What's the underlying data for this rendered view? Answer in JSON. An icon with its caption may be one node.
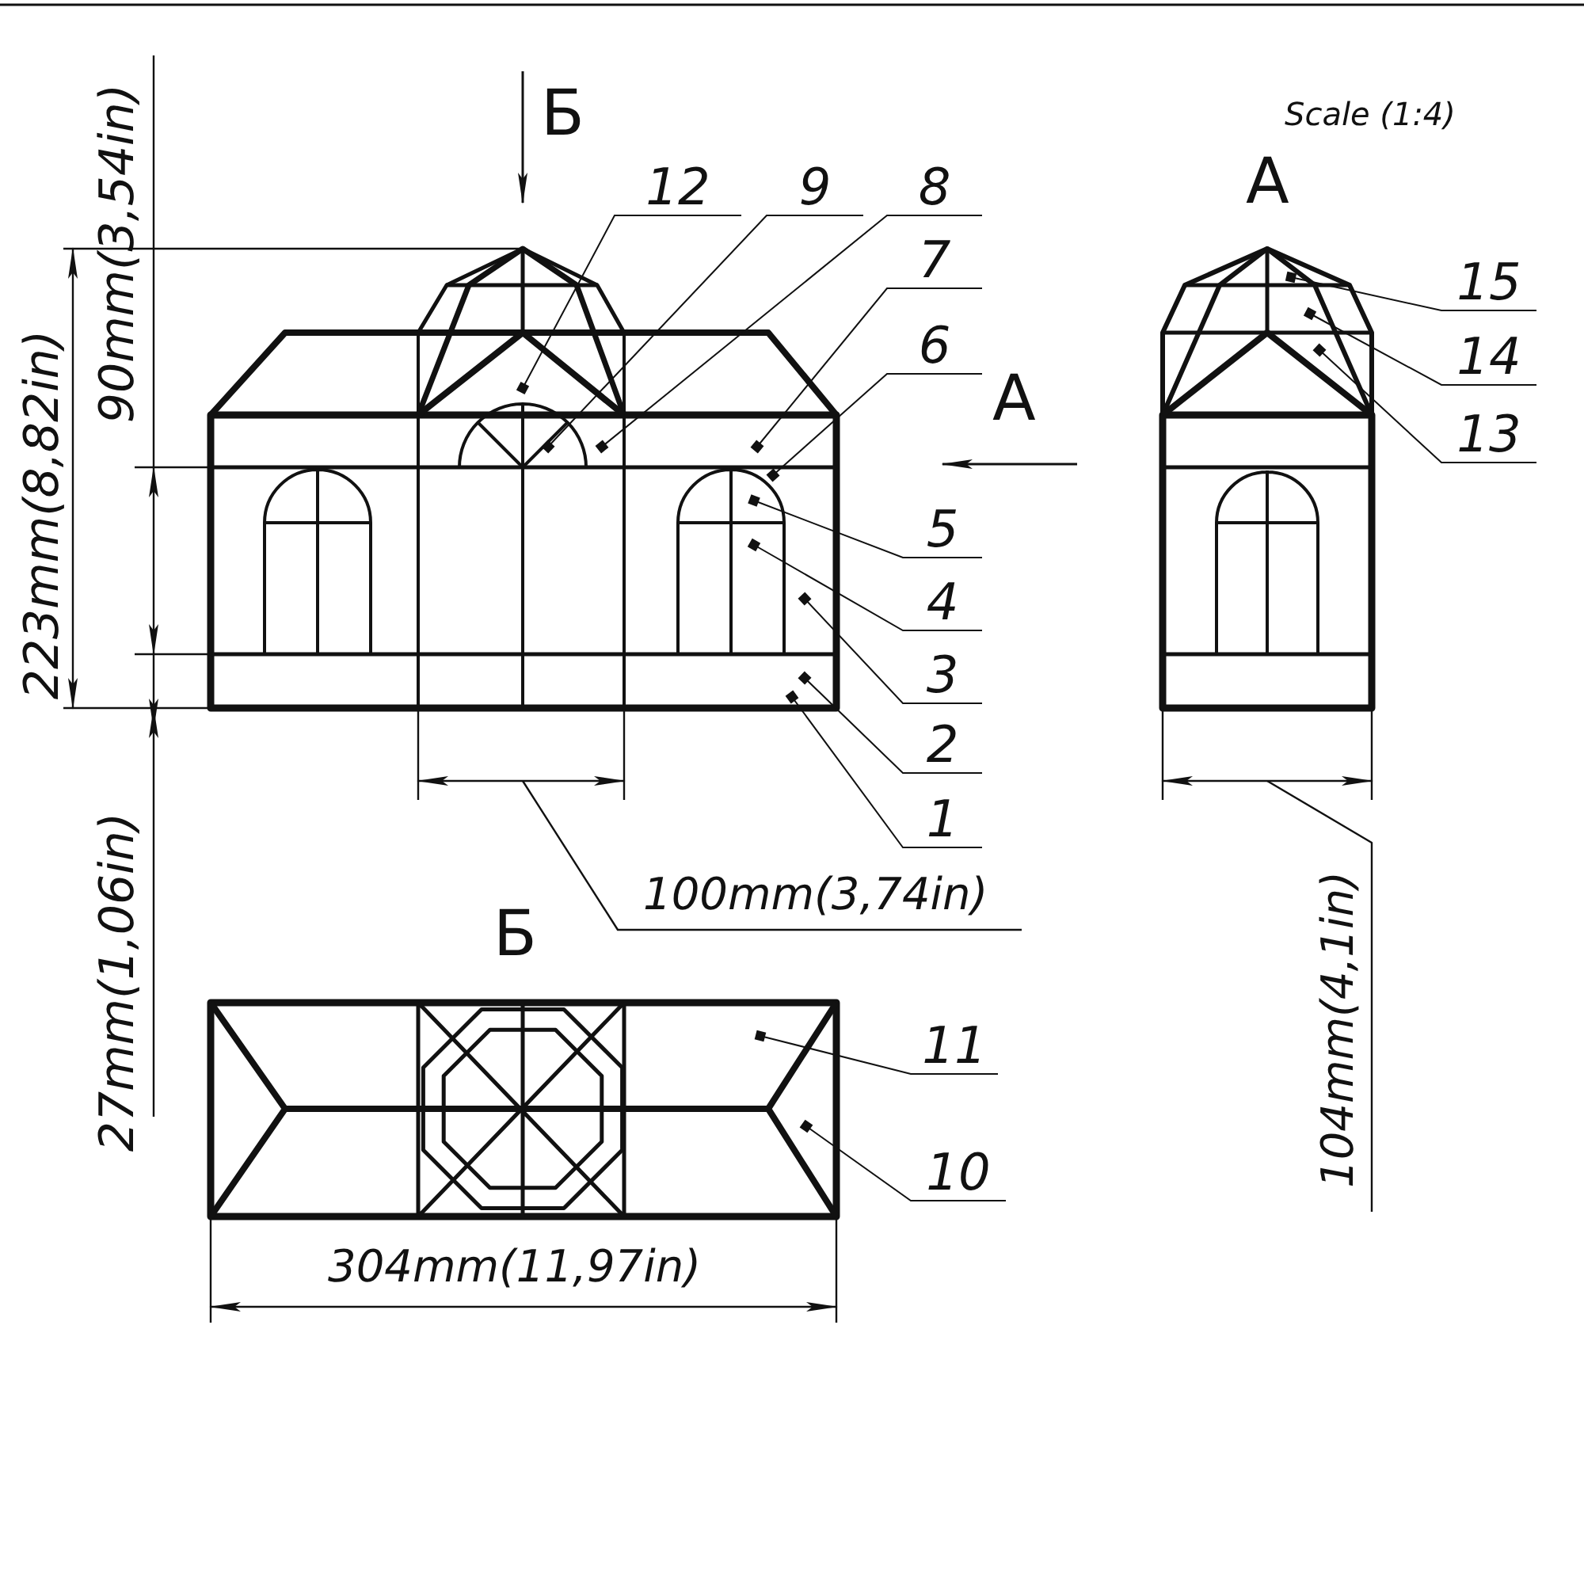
{
  "diagram": {
    "nodes": [
      {
        "text": [
          "12"
        ]
      },
      {
        "text": [
          "9"
        ]
      },
      {
        "text": [
          "8"
        ]
      },
      {
        "text": [
          "7"
        ]
      },
      {
        "text": [
          "6"
        ]
      },
      {
        "text": [
          "5"
        ]
      },
      {
        "text": [
          "4"
        ]
      },
      {
        "text": [
          "3"
        ]
      },
      {
        "text": [
          "2"
        ]
      },
      {
        "text": [
          "1"
        ]
      },
      {
        "text": [
          "15"
        ]
      },
      {
        "text": [
          "14"
        ]
      },
      {
        "text": [
          "13"
        ]
      },
      {
        "text": [
          "11"
        ]
      },
      {
        "text": [
          "10"
        ]
      }
    ],
    "edges": [
      {
        "from": 0,
        "to": null,
        "arrow": "other"
      },
      {
        "from": 1,
        "to": null,
        "arrow": "other"
      },
      {
        "from": 2,
        "to": null,
        "arrow": "other"
      },
      {
        "from": 3,
        "to": null,
        "arrow": "other"
      },
      {
        "from": 4,
        "to": null,
        "arrow": "other"
      },
      {
        "from": 5,
        "to": null,
        "arrow": "other"
      },
      {
        "from": 6,
        "to": null,
        "arrow": "other"
      },
      {
        "from": 7,
        "to": null,
        "arrow": "other"
      },
      {
        "from": 8,
        "to": null,
        "arrow": "other"
      },
      {
        "from": 9,
        "to": null,
        "arrow": "other"
      },
      {
        "from": 10,
        "to": null,
        "arrow": "other"
      },
      {
        "from": 11,
        "to": null,
        "arrow": "other"
      },
      {
        "from": 12,
        "to": null,
        "arrow": "other"
      },
      {
        "from": 13,
        "to": null,
        "arrow": "other"
      },
      {
        "from": 14,
        "to": null,
        "arrow": "other"
      }
    ],
    "labels": [
      "90mm(3,54in)",
      "Б",
      "Scale (1:4)",
      "А",
      "А",
      "223mm(8,82in)",
      "100mm(3,74in)",
      "Б",
      "27mm(1,06in)",
      "104mm(4,1in)",
      "304mm(11,97in)"
    ]
  }
}
